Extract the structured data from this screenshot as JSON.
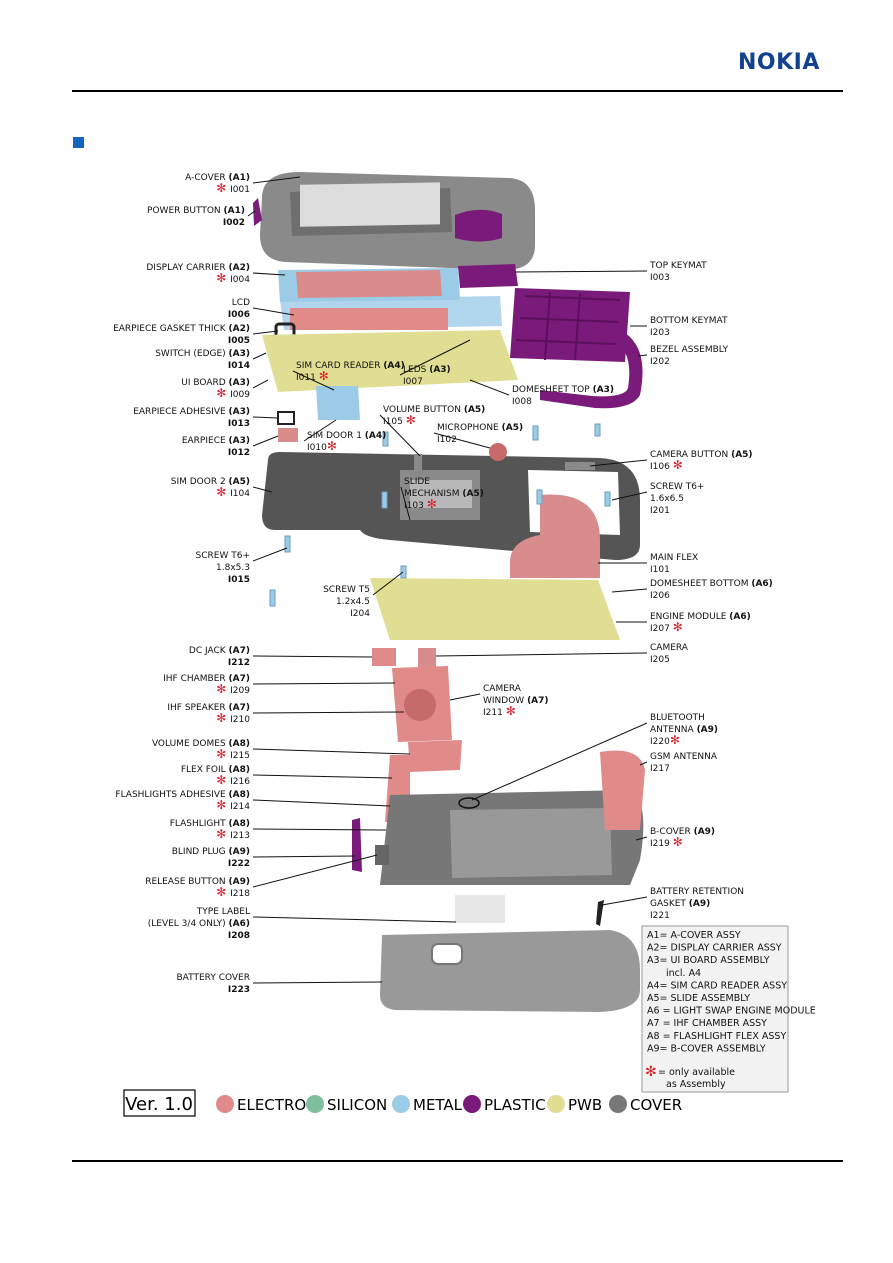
{
  "header": {
    "brand": "NOKIA"
  },
  "labels": [
    {
      "id": "a-cover",
      "lines": [
        [
          "A-COVER ",
          "(A1)"
        ],
        [
          "*",
          "I001"
        ]
      ],
      "side": "left"
    },
    {
      "id": "power-button",
      "lines": [
        [
          "POWER BUTTON ",
          "(A1)"
        ],
        [
          "",
          "I002"
        ]
      ],
      "side": "left"
    },
    {
      "id": "display-carrier",
      "lines": [
        [
          "DISPLAY CARRIER ",
          "(A2)"
        ],
        [
          "*",
          "I004"
        ]
      ],
      "side": "left"
    },
    {
      "id": "lcd",
      "lines": [
        [
          "LCD",
          ""
        ],
        [
          "",
          "I006"
        ]
      ],
      "side": "left"
    },
    {
      "id": "earpiece-gasket",
      "lines": [
        [
          "EARPIECE GASKET THICK ",
          "(A2)"
        ],
        [
          "",
          "I005"
        ]
      ],
      "side": "left"
    },
    {
      "id": "switch-edge",
      "lines": [
        [
          "SWITCH (EDGE) ",
          "(A3)"
        ],
        [
          "",
          "I014"
        ]
      ],
      "side": "left"
    },
    {
      "id": "ui-board",
      "lines": [
        [
          "UI BOARD ",
          "(A3)"
        ],
        [
          "*",
          "I009"
        ]
      ],
      "side": "left"
    },
    {
      "id": "earpiece-adhesive",
      "lines": [
        [
          "EARPIECE ADHESIVE ",
          "(A3)"
        ],
        [
          "",
          "I013"
        ]
      ],
      "side": "left"
    },
    {
      "id": "earpiece",
      "lines": [
        [
          "EARPIECE ",
          "(A3)"
        ],
        [
          "",
          "I012"
        ]
      ],
      "side": "left"
    },
    {
      "id": "sim-door-2",
      "lines": [
        [
          "SIM DOOR 2 ",
          "(A5)"
        ],
        [
          "*",
          "I104"
        ]
      ],
      "side": "left"
    },
    {
      "id": "screw-t6-1",
      "lines": [
        [
          "SCREW T6+",
          ""
        ],
        [
          "1.8x5.3",
          ""
        ],
        [
          "",
          "I015"
        ]
      ],
      "side": "left"
    },
    {
      "id": "dc-jack",
      "lines": [
        [
          "DC JACK ",
          "(A7)"
        ],
        [
          "",
          "I212"
        ]
      ],
      "side": "left"
    },
    {
      "id": "ihf-chamber",
      "lines": [
        [
          "IHF CHAMBER ",
          "(A7)"
        ],
        [
          "*",
          "I209"
        ]
      ],
      "side": "left"
    },
    {
      "id": "ihf-speaker",
      "lines": [
        [
          "IHF SPEAKER ",
          "(A7)"
        ],
        [
          "*",
          "I210"
        ]
      ],
      "side": "left"
    },
    {
      "id": "volume-domes",
      "lines": [
        [
          "VOLUME DOMES ",
          "(A8)"
        ],
        [
          "*",
          "I215"
        ]
      ],
      "side": "left"
    },
    {
      "id": "flex-foil",
      "lines": [
        [
          "FLEX FOIL ",
          "(A8)"
        ],
        [
          "*",
          "I216"
        ]
      ],
      "side": "left"
    },
    {
      "id": "flashlights-adhesive",
      "lines": [
        [
          "FLASHLIGHTS ADHESIVE ",
          "(A8)"
        ],
        [
          "*",
          "I214"
        ]
      ],
      "side": "left"
    },
    {
      "id": "flashlight",
      "lines": [
        [
          "FLASHLIGHT ",
          "(A8)"
        ],
        [
          "*",
          "I213"
        ]
      ],
      "side": "left"
    },
    {
      "id": "blind-plug",
      "lines": [
        [
          "BLIND PLUG ",
          "(A9)"
        ],
        [
          "",
          "I222"
        ]
      ],
      "side": "left"
    },
    {
      "id": "release-button",
      "lines": [
        [
          "RELEASE BUTTON ",
          "(A9)"
        ],
        [
          "*",
          "I218"
        ]
      ],
      "side": "left"
    },
    {
      "id": "type-label",
      "lines": [
        [
          "TYPE LABEL",
          ""
        ],
        [
          "(LEVEL 3/4 ONLY) ",
          "(A6)"
        ],
        [
          "",
          "I208"
        ]
      ],
      "side": "left"
    },
    {
      "id": "battery-cover",
      "lines": [
        [
          "BATTERY COVER",
          ""
        ],
        [
          "",
          "I223"
        ]
      ],
      "side": "left"
    },
    {
      "id": "top-keymat",
      "lines": [
        [
          "TOP KEYMAT",
          ""
        ],
        [
          "I003",
          ""
        ]
      ],
      "side": "right"
    },
    {
      "id": "bottom-keymat",
      "lines": [
        [
          "BOTTOM KEYMAT",
          ""
        ],
        [
          "I203",
          ""
        ]
      ],
      "side": "right"
    },
    {
      "id": "bezel-assembly",
      "lines": [
        [
          "BEZEL ASSEMBLY",
          ""
        ],
        [
          "I202",
          ""
        ]
      ],
      "side": "right"
    },
    {
      "id": "camera-button",
      "lines": [
        [
          "CAMERA BUTTON ",
          "(A5)"
        ],
        [
          "I106 ",
          "*"
        ]
      ],
      "side": "right"
    },
    {
      "id": "screw-t6-2",
      "lines": [
        [
          "SCREW T6+",
          ""
        ],
        [
          "1.6x6.5",
          ""
        ],
        [
          "I201",
          ""
        ]
      ],
      "side": "right"
    },
    {
      "id": "main-flex",
      "lines": [
        [
          "MAIN FLEX",
          ""
        ],
        [
          "I101",
          ""
        ]
      ],
      "side": "right"
    },
    {
      "id": "domesheet-bottom",
      "lines": [
        [
          "DOMESHEET BOTTOM ",
          "(A6)"
        ],
        [
          "I206",
          ""
        ]
      ],
      "side": "right"
    },
    {
      "id": "engine-module",
      "lines": [
        [
          "ENGINE MODULE ",
          "(A6)"
        ],
        [
          "I207 ",
          "*"
        ]
      ],
      "side": "right"
    },
    {
      "id": "camera",
      "lines": [
        [
          "CAMERA",
          ""
        ],
        [
          "I205",
          ""
        ]
      ],
      "side": "right"
    },
    {
      "id": "bluetooth-antenna",
      "lines": [
        [
          "BLUETOOTH",
          ""
        ],
        [
          "ANTENNA ",
          "(A9)"
        ],
        [
          "I220",
          "*"
        ]
      ],
      "side": "right"
    },
    {
      "id": "gsm-antenna",
      "lines": [
        [
          "GSM ANTENNA",
          ""
        ],
        [
          "I217",
          ""
        ]
      ],
      "side": "right"
    },
    {
      "id": "b-cover",
      "lines": [
        [
          "B-COVER ",
          "(A9)"
        ],
        [
          "I219 ",
          "*"
        ]
      ],
      "side": "right"
    },
    {
      "id": "battery-retention",
      "lines": [
        [
          "BATTERY RETENTION",
          ""
        ],
        [
          "GASKET ",
          "(A9)"
        ],
        [
          "I221",
          ""
        ]
      ],
      "side": "right"
    },
    {
      "id": "sim-card-reader",
      "lines": [
        [
          "SIM CARD READER ",
          "(A4)"
        ],
        [
          "I011 ",
          "*"
        ]
      ],
      "side": "center"
    },
    {
      "id": "leds",
      "lines": [
        [
          "LEDS ",
          "(A3)"
        ],
        [
          "I007",
          ""
        ]
      ],
      "side": "center"
    },
    {
      "id": "domesheet-top",
      "lines": [
        [
          "DOMESHEET TOP ",
          "(A3)"
        ],
        [
          "I008",
          ""
        ]
      ],
      "side": "center"
    },
    {
      "id": "sim-door-1",
      "lines": [
        [
          "SIM DOOR 1 ",
          "(A4)"
        ],
        [
          "I010",
          "*"
        ]
      ],
      "side": "center"
    },
    {
      "id": "volume-button",
      "lines": [
        [
          "VOLUME BUTTON ",
          "(A5)"
        ],
        [
          "I105 ",
          "*"
        ]
      ],
      "side": "center"
    },
    {
      "id": "microphone",
      "lines": [
        [
          "MICROPHONE ",
          "(A5)"
        ],
        [
          "I102",
          ""
        ]
      ],
      "side": "center"
    },
    {
      "id": "slide-mechanism",
      "lines": [
        [
          "SLIDE",
          ""
        ],
        [
          "MECHANISM ",
          "(A5)"
        ],
        [
          "I103 ",
          "*"
        ]
      ],
      "side": "center"
    },
    {
      "id": "screw-t5",
      "lines": [
        [
          "SCREW T5",
          ""
        ],
        [
          "1.2x4.5",
          ""
        ],
        [
          "I204",
          ""
        ]
      ],
      "side": "center"
    },
    {
      "id": "camera-window",
      "lines": [
        [
          "CAMERA",
          ""
        ],
        [
          "WINDOW ",
          "(A7)"
        ],
        [
          "I211 ",
          "*"
        ]
      ],
      "side": "center"
    }
  ],
  "assembly_notes": [
    "A1= A-COVER ASSY",
    "A2= DISPLAY CARRIER ASSY",
    "A3= UI BOARD ASSEMBLY",
    "incl. A4",
    "A4= SIM CARD READER ASSY",
    "A5= SLIDE ASSEMBLY",
    "A6 = LIGHT SWAP ENGINE MODULE",
    "A7 = IHF CHAMBER ASSY",
    "A8 = FLASHLIGHT FLEX ASSY",
    "A9= B-COVER ASSEMBLY"
  ],
  "only_available_note": [
    "= only available",
    "as Assembly"
  ],
  "version": "Ver. 1.0",
  "legend": [
    {
      "label": "ELECTRO",
      "color": "#e08a8a"
    },
    {
      "label": "SILICON",
      "color": "#7fbf9f"
    },
    {
      "label": "METAL",
      "color": "#9ccbe8"
    },
    {
      "label": "PLASTIC",
      "color": "#7a1a7a"
    },
    {
      "label": "PWB",
      "color": "#e0de92"
    },
    {
      "label": "COVER",
      "color": "#777777"
    }
  ],
  "colors": {
    "star": "#d8202a",
    "brand": "#124191",
    "bullet": "#1565c0"
  }
}
